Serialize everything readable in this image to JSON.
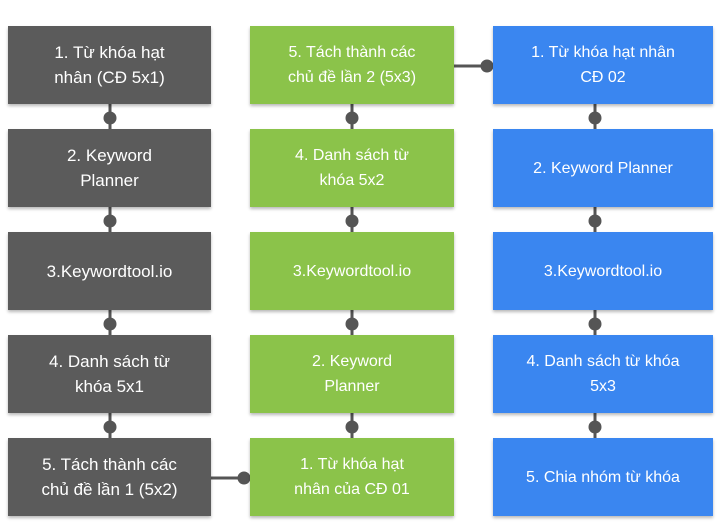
{
  "colors": {
    "gray": "#5b5b5b",
    "green": "#8bc34a",
    "blue": "#3a86f0",
    "connector": "#555555"
  },
  "column1": [
    "1. Từ khóa hạt\nnhân (CĐ 5x1)",
    "2. Keyword\nPlanner",
    "3.Keywordtool.io",
    "4. Danh sách từ\nkhóa 5x1",
    "5. Tách thành các\nchủ đề lần 1 (5x2)"
  ],
  "column2": [
    "5. Tách thành các\nchủ đề lần 2 (5x3)",
    "4. Danh sách từ\nkhóa 5x2",
    "3.Keywordtool.io",
    "2. Keyword\nPlanner",
    "1. Từ khóa hạt\nnhân của CĐ 01"
  ],
  "column3": [
    "1. Từ khóa hạt nhân\nCĐ 02",
    "2. Keyword Planner",
    "3.Keywordtool.io",
    "4. Danh sách từ khóa\n5x3",
    "5. Chia nhóm từ khóa"
  ]
}
